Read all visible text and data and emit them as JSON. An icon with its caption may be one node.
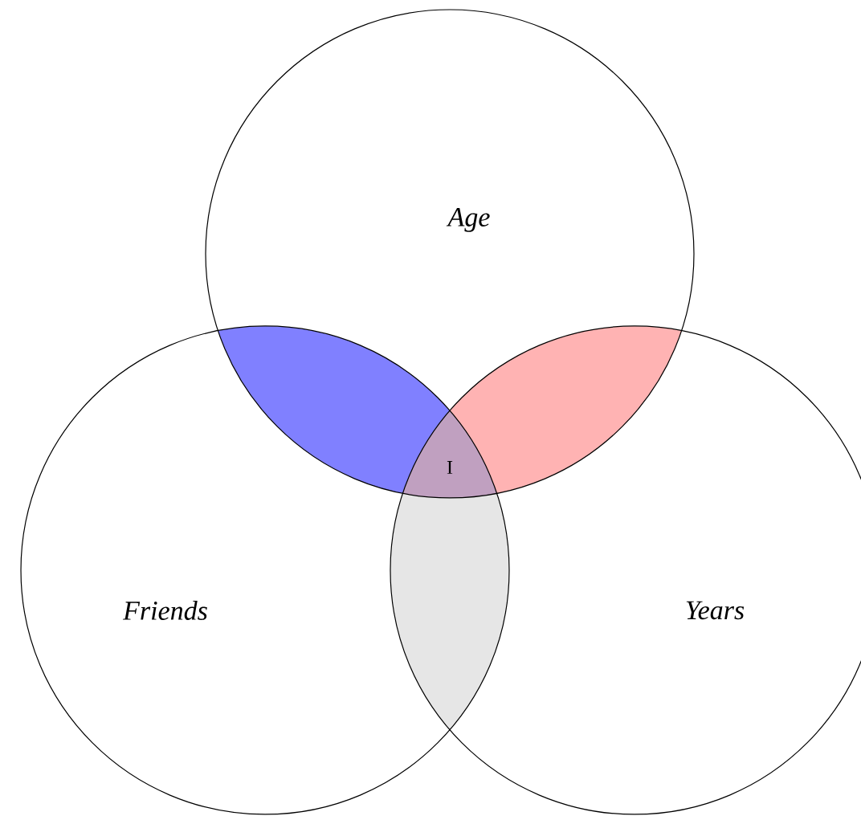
{
  "diagram": {
    "nodes": [
      {
        "text": [
          "Age"
        ]
      },
      {
        "text": [
          "Friends"
        ]
      },
      {
        "text": [
          "Years"
        ]
      }
    ],
    "labels": [
      "I"
    ]
  }
}
